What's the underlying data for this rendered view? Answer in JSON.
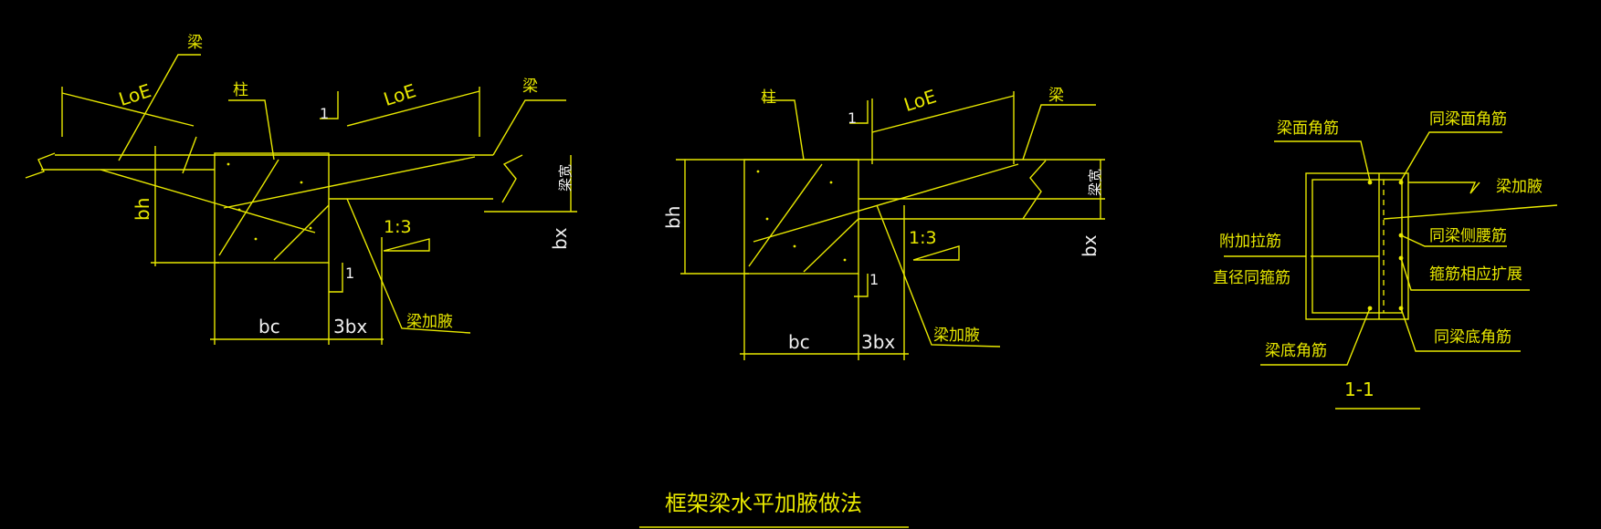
{
  "drawing": {
    "title": "框架梁水平加腋做法",
    "section_label": "1-1",
    "left": {
      "beam_top": "梁",
      "beam_right": "梁",
      "column": "柱",
      "anchor_left": "LoE",
      "anchor_right": "LoE",
      "height": "bh",
      "width_label": "梁宽",
      "bx": "bx",
      "bc": "bc",
      "three_bx": "3bx",
      "slope": "1:3",
      "cut": "1",
      "haunch": "梁加腋"
    },
    "middle": {
      "column": "柱",
      "beam_right": "梁",
      "anchor": "LoE",
      "height": "bh",
      "width_label": "梁宽",
      "bx": "bx",
      "bc": "bc",
      "three_bx": "3bx",
      "slope": "1:3",
      "cut": "1",
      "haunch": "梁加腋"
    },
    "section": {
      "top_corner": "梁面角筋",
      "same_top_corner": "同梁面角筋",
      "haunch": "梁加腋",
      "tie_bar_1": "附加拉筋",
      "tie_bar_2": "直径同箍筋",
      "same_side": "同梁侧腰筋",
      "stirrup_expand": "箍筋相应扩展",
      "bottom_corner": "梁底角筋",
      "same_bottom_corner": "同梁底角筋"
    }
  },
  "colors": {
    "background": "#000000",
    "primary": "#e8e800",
    "secondary": "#f0f0f0"
  }
}
